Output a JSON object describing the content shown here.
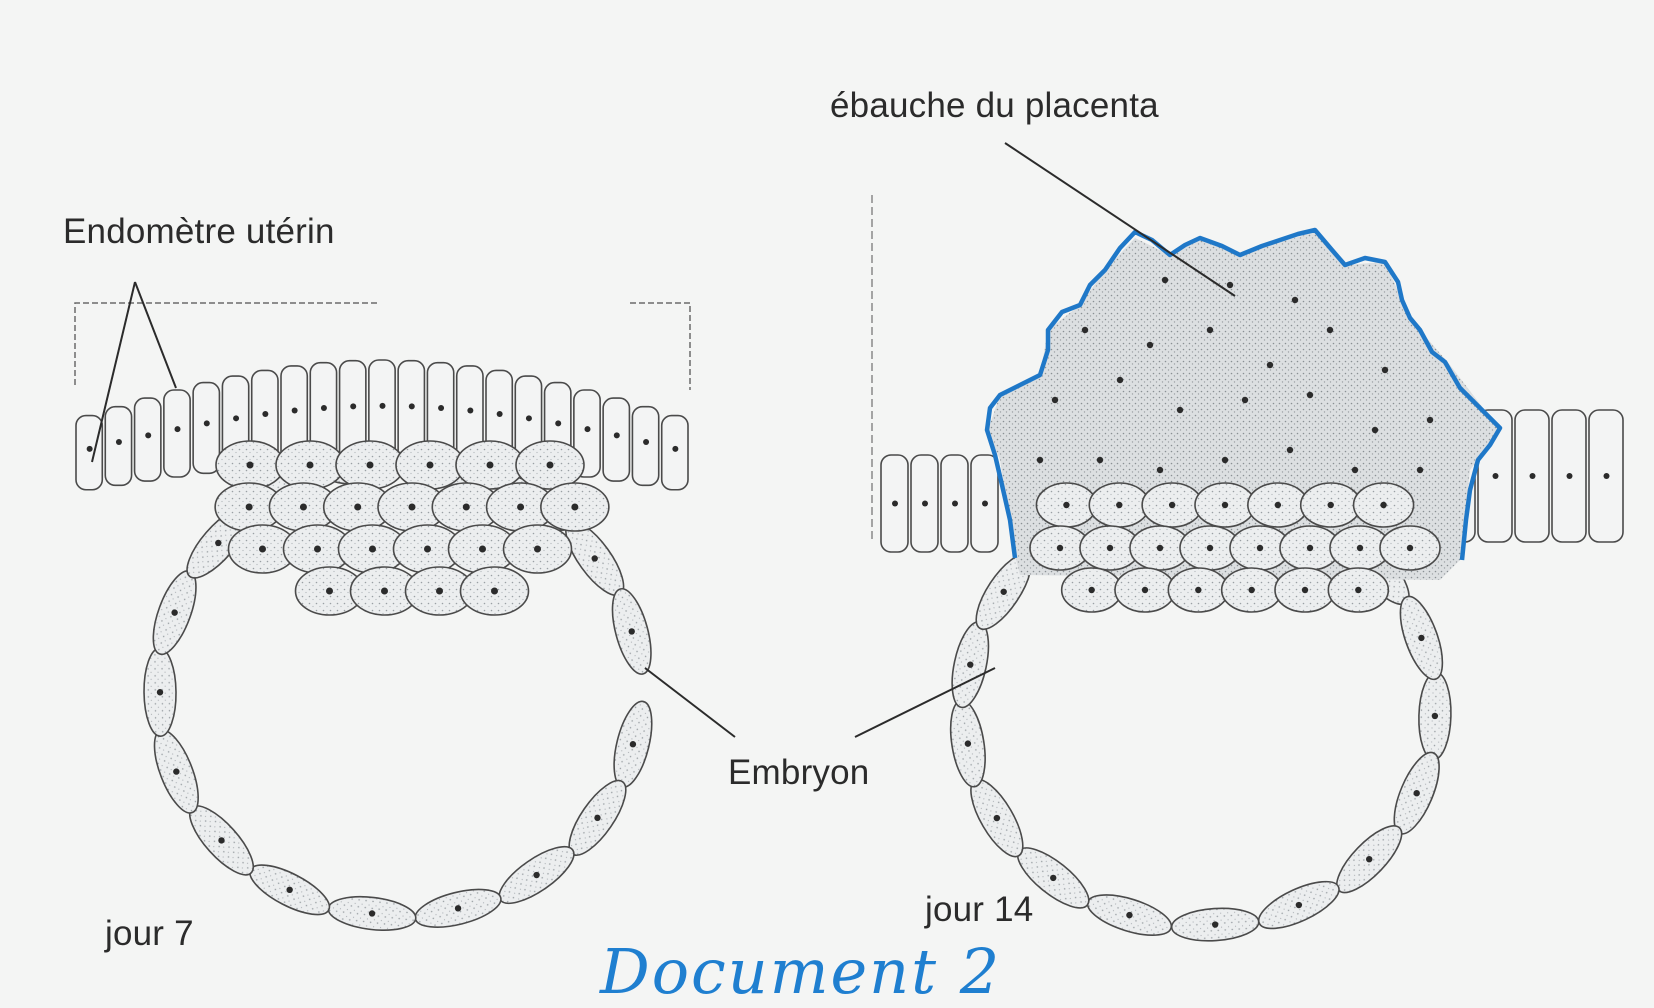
{
  "labels": {
    "endometre": "Endomètre utérin",
    "placenta": "ébauche du placenta",
    "embryon": "Embryon",
    "jour7": "jour 7",
    "jour14": "jour 14"
  },
  "title": "Document 2",
  "colors": {
    "ink": "#2b2b2b",
    "placenta_outline": "#1f78c8",
    "title": "#1f7fd0",
    "cell_fill": "#e9ebec",
    "placenta_fill": "#d8dadc"
  }
}
